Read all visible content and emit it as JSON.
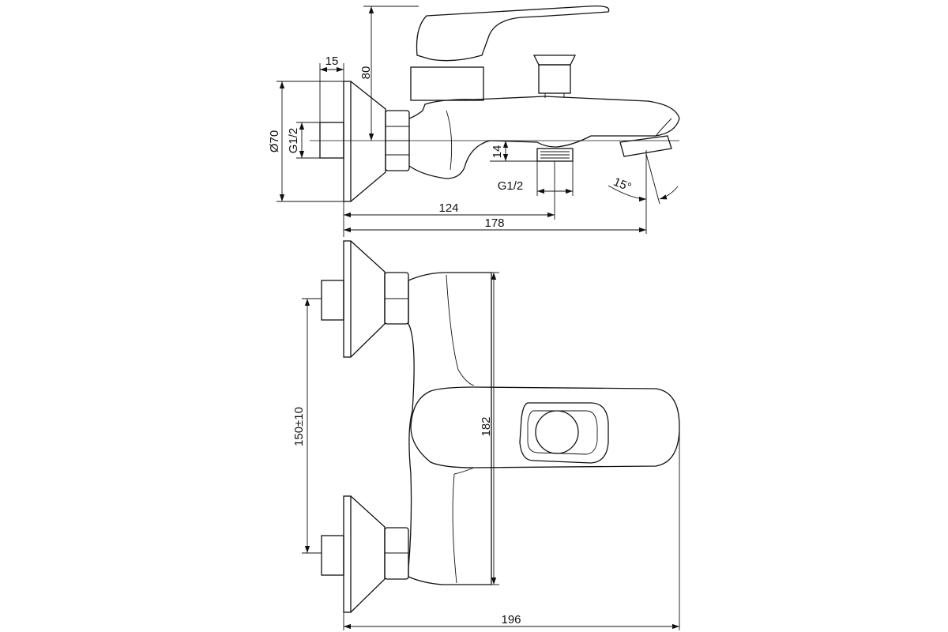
{
  "dimensions": {
    "wall_plate_thickness": "15",
    "handle_height": "80",
    "plate_diameter": "Ø70",
    "inlet_thread": "G1/2",
    "outlet_offset": "14",
    "shower_thread": "G1/2",
    "spout_angle": "15°",
    "outlet_distance": "124",
    "total_depth": "178",
    "inlet_spacing": "150±10",
    "body_height": "182",
    "total_width": "196"
  },
  "colors": {
    "line": "#111111",
    "background": "#ffffff"
  }
}
